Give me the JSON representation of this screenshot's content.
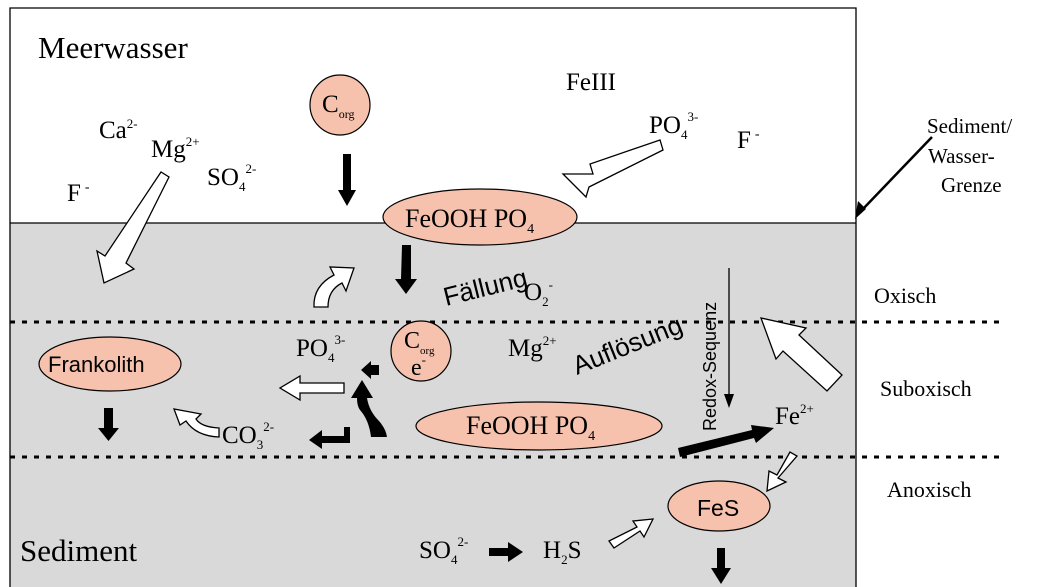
{
  "labels": {
    "meerwasser": "Meerwasser",
    "sediment": "Sediment",
    "feiii": "FeIII",
    "ca": "Ca",
    "ca_sup": "2-",
    "mg_top": "Mg",
    "mg_top_sup": "2+",
    "so4_top": "SO",
    "so4_top_sub": "4",
    "so4_top_sup": "2-",
    "f_left": "F",
    "f_left_sup": "-",
    "po4_top": "PO",
    "po4_top_sub": "4",
    "po4_top_sup": "3-",
    "f_right": "F",
    "f_right_sup": "-",
    "corg_top": "C",
    "corg_top_sub": "org",
    "feooh_top": "FeOOH PO",
    "feooh_top_sub": "4",
    "faellung": "Fällung",
    "o2": "O",
    "o2_sub": "2",
    "o2_sup": "-",
    "aufloesung": "Auflösung",
    "redox": "Redox-Sequenz",
    "po4_mid": "PO",
    "po4_mid_sub": "4",
    "po4_mid_sup": "3-",
    "corg_mid": "C",
    "corg_mid_sub": "org",
    "e_mid": "e",
    "e_mid_sup": "-",
    "mg_mid": "Mg",
    "mg_mid_sup": "2+",
    "frankolith": "Frankolith",
    "co3": "CO",
    "co3_sub": "3",
    "co3_sup": "2-",
    "feooh_bottom": "FeOOH PO",
    "feooh_bottom_sub": "4",
    "fe2": "Fe",
    "fe2_sup": "2+",
    "fes": "FeS",
    "so4_bottom": "SO",
    "so4_bottom_sub": "4",
    "so4_bottom_sup": "2-",
    "h2s_h": "H",
    "h2s_sub": "2",
    "h2s_s": "S"
  },
  "side_labels": {
    "boundary_1": "Sediment/",
    "boundary_2": "Wasser-",
    "boundary_3": "Grenze",
    "oxisch": "Oxisch",
    "suboxisch": "Suboxisch",
    "anoxisch": "Anoxisch"
  },
  "colors": {
    "sediment_fill": "#d9d9d9",
    "ellipse_fill": "#f6c2ae",
    "line": "#000000"
  }
}
